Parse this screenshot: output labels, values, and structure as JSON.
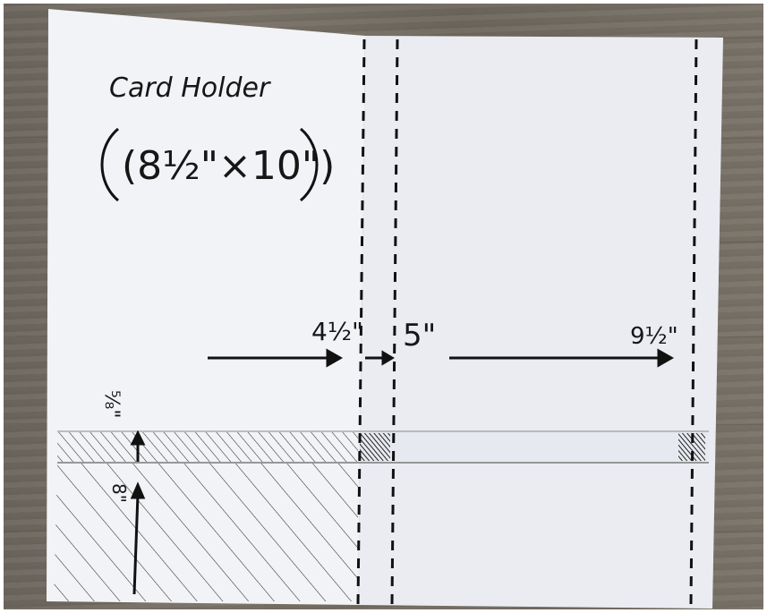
{
  "photo": {
    "description_color": {
      "paper": "#f3f4f8",
      "ink": "#161616",
      "wood": "#736c62"
    },
    "title": "Card Holder",
    "size_note": "(8½\"×10\")",
    "measurements": {
      "fold_1": "4½\"",
      "fold_2": "5\"",
      "fold_3": "9½\"",
      "pocket_top": "⅝\"",
      "pocket_bottom": "8\""
    }
  }
}
